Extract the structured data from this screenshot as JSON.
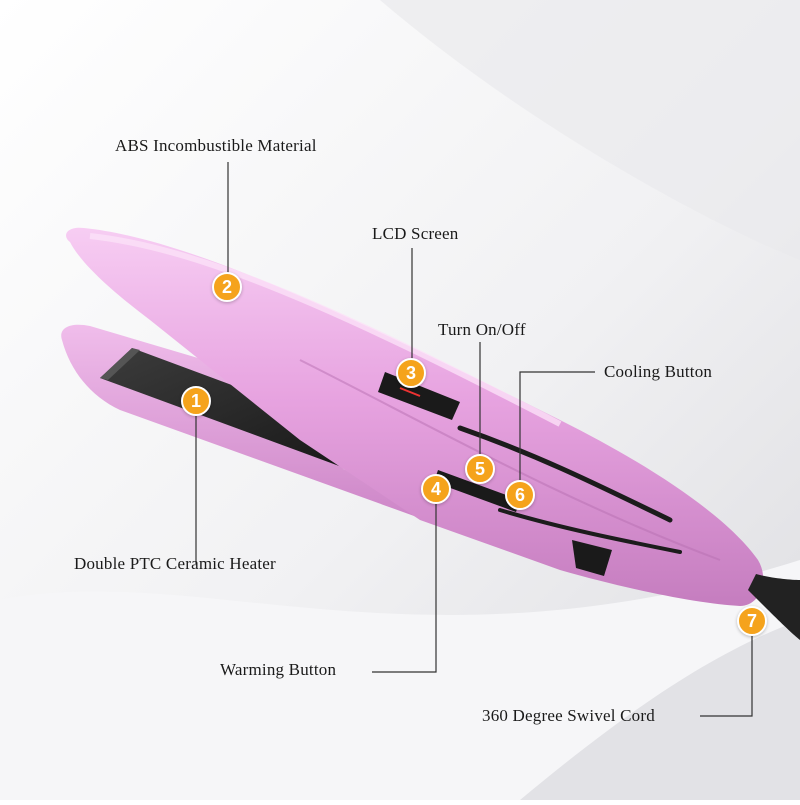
{
  "callouts": [
    {
      "number": "1",
      "label": "Double PTC Ceramic Heater"
    },
    {
      "number": "2",
      "label": "ABS Incombustible Material"
    },
    {
      "number": "3",
      "label": "LCD Screen"
    },
    {
      "number": "4",
      "label": "Warming Button"
    },
    {
      "number": "5",
      "label": "Turn On/Off"
    },
    {
      "number": "6",
      "label": "Cooling Button"
    },
    {
      "number": "7",
      "label": "360 Degree Swivel Cord"
    }
  ],
  "colors": {
    "device_body": "#e8a6e2",
    "badge": "#f5a31c",
    "plate": "#2a2a2a"
  }
}
